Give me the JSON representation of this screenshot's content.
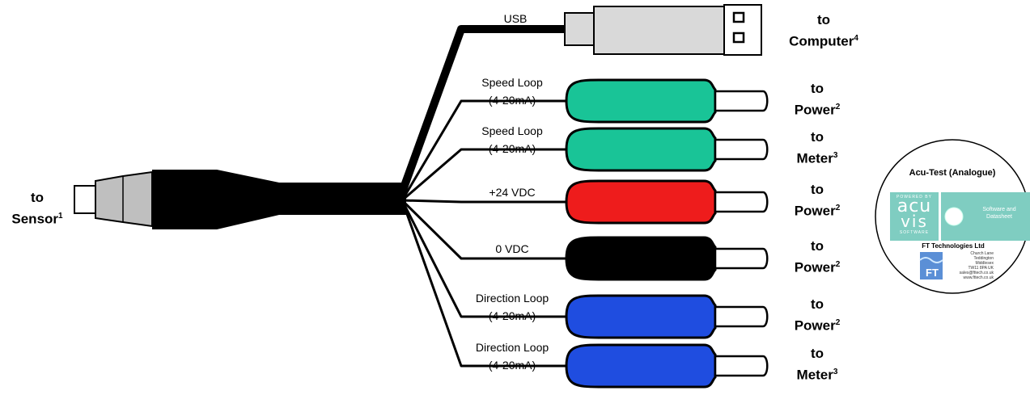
{
  "sensor": {
    "label": "to",
    "name": "Sensor",
    "sup": "1"
  },
  "usb": {
    "label": "USB",
    "dest_to": "to",
    "dest_name": "Computer",
    "dest_sup": "4"
  },
  "cables": [
    {
      "line1": "Speed Loop",
      "line2": "(4-20mA)",
      "color": "#19c497",
      "dest_to": "to",
      "dest_name": "Power",
      "dest_sup": "2"
    },
    {
      "line1": "Speed Loop",
      "line2": "(4-20mA)",
      "color": "#19c497",
      "dest_to": "to",
      "dest_name": "Meter",
      "dest_sup": "3"
    },
    {
      "line1": "+24 VDC",
      "line2": "",
      "color": "#ee1c1c",
      "dest_to": "to",
      "dest_name": "Power",
      "dest_sup": "2"
    },
    {
      "line1": "0 VDC",
      "line2": "",
      "color": "#000000",
      "dest_to": "to",
      "dest_name": "Power",
      "dest_sup": "2"
    },
    {
      "line1": "Direction Loop",
      "line2": "(4-20mA)",
      "color": "#1f4de0",
      "dest_to": "to",
      "dest_name": "Power",
      "dest_sup": "2"
    },
    {
      "line1": "Direction Loop",
      "line2": "(4-20mA)",
      "color": "#1f4de0",
      "dest_to": "to",
      "dest_name": "Meter",
      "dest_sup": "3"
    }
  ],
  "cd": {
    "title": "Acu-Test (Analogue)",
    "powered_by": "POWERED BY",
    "brand_top": "acu",
    "brand_bottom": "vis",
    "software_small": "SOFTWARE",
    "software_label": "Software and Datasheet",
    "company": "FT Technologies Ltd",
    "address": [
      "Church Lane",
      "Teddington",
      "Middlesex",
      "TW11 8PA UK",
      "sales@fttech.co.uk",
      "www.fttech.co.uk"
    ],
    "logo_text": "FT",
    "panel_color": "#7fcdc1"
  }
}
